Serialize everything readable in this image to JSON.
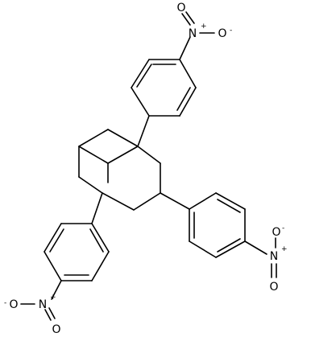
{
  "molecule": {
    "atoms": {
      "nitrogen": "N",
      "oxygen": "O",
      "plus": "+",
      "minus": "-"
    },
    "nitro_groups": [
      {
        "label": "top-right"
      },
      {
        "label": "right"
      },
      {
        "label": "bottom-left"
      }
    ]
  }
}
